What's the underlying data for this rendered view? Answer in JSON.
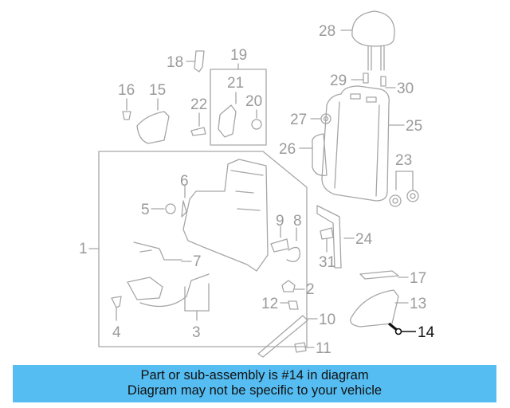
{
  "diagram": {
    "part_labels": [
      "1",
      "2",
      "3",
      "4",
      "5",
      "6",
      "7",
      "8",
      "9",
      "10",
      "11",
      "12",
      "13",
      "14",
      "15",
      "16",
      "17",
      "18",
      "19",
      "20",
      "21",
      "22",
      "23",
      "24",
      "25",
      "26",
      "27",
      "28",
      "29",
      "30",
      "31"
    ],
    "highlighted_part": "14",
    "colors": {
      "line": "#a6a6a6",
      "highlight": "#111111",
      "banner_bg": "#56bdf2"
    }
  },
  "banner": {
    "line1": "Part or sub-assembly is #14 in diagram",
    "line2": "Diagram may not be specific to your vehicle"
  }
}
